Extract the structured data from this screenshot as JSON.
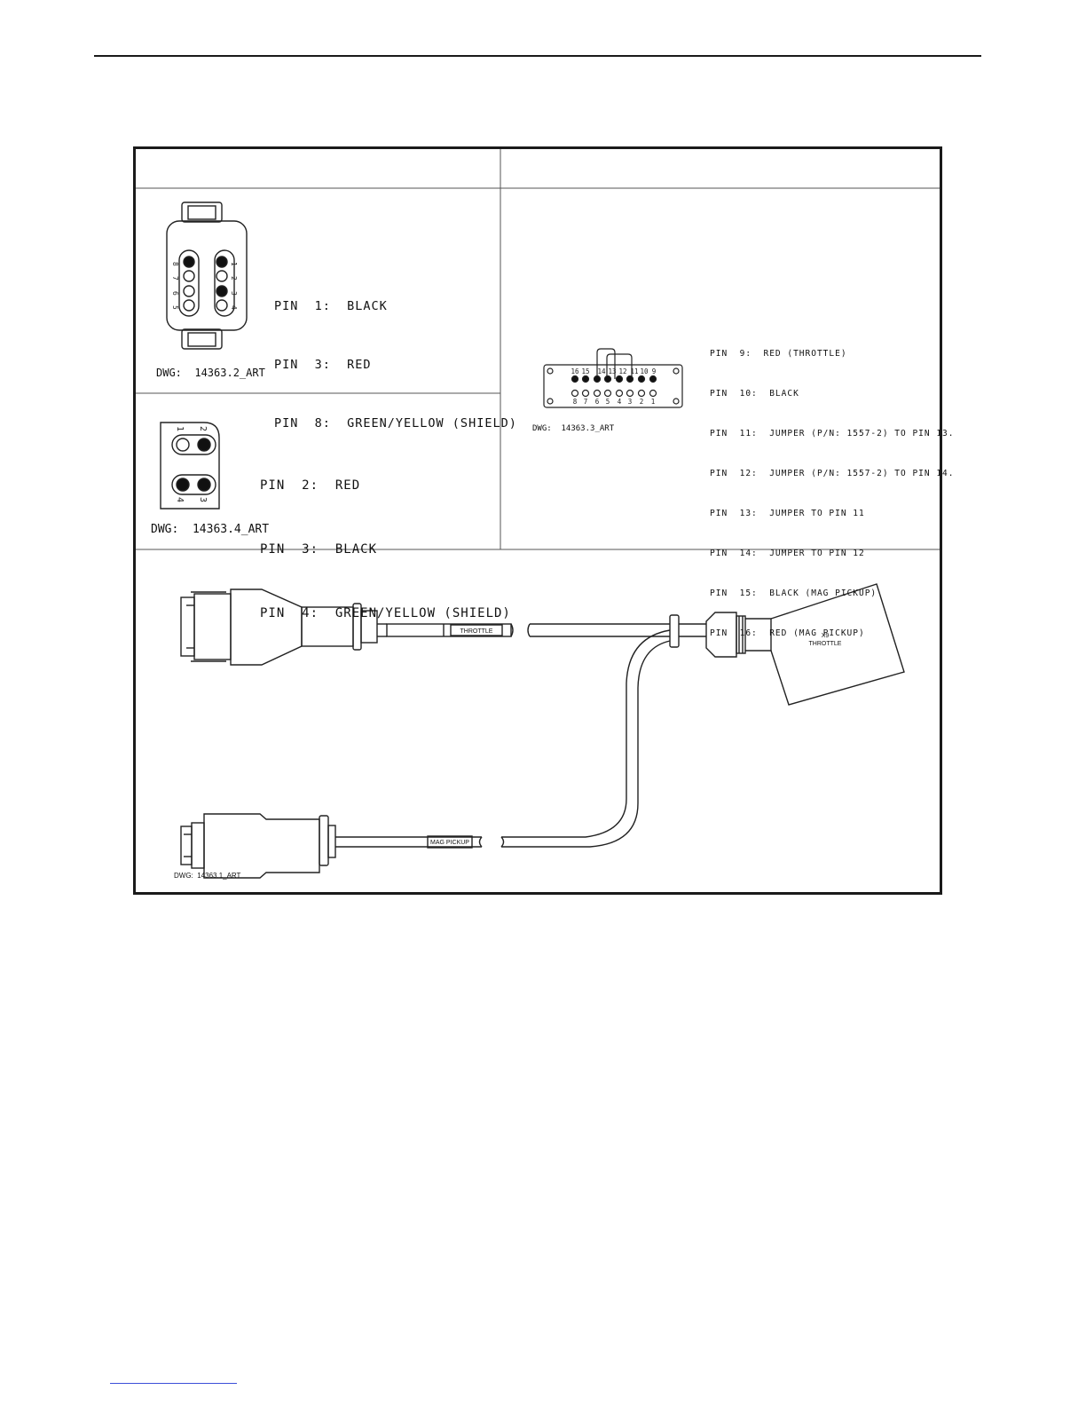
{
  "connector_a": {
    "pins": [
      "PIN  1:  BLACK",
      "PIN  3:  RED",
      "PIN  8:  GREEN/YELLOW (SHIELD)"
    ],
    "pin_numbers_left": [
      "8",
      "7",
      "6",
      "5"
    ],
    "pin_numbers_right": [
      "1",
      "2",
      "3",
      "4"
    ],
    "dwg": "DWG:  14363.2_ART"
  },
  "connector_b": {
    "pins": [
      "PIN  2:  RED",
      "PIN  3:  BLACK",
      "PIN  4:  GREEN/YELLOW (SHIELD)"
    ],
    "pin_numbers": [
      "1",
      "2",
      "4",
      "3"
    ],
    "dwg": "DWG:  14363.4_ART"
  },
  "connector_c": {
    "top_pin_numbers": [
      "16",
      "15",
      "14",
      "13",
      "12",
      "11",
      "10",
      "9"
    ],
    "bottom_pin_numbers": [
      "8",
      "7",
      "6",
      "5",
      "4",
      "3",
      "2",
      "1"
    ],
    "pins": [
      "PIN  9:  RED (THROTTLE)",
      "PIN  10:  BLACK",
      "PIN  11:  JUMPER (P/N: 1557-2) TO PIN 13.",
      "PIN  12:  JUMPER (P/N: 1557-2) TO PIN 14.",
      "PIN  13:  JUMPER TO PIN 11",
      "PIN  14:  JUMPER TO PIN 12",
      "PIN  15:  BLACK (MAG PICKUP)",
      "PIN  16:  RED (MAG PICKUP)"
    ],
    "dwg": "DWG:  14363.3_ART"
  },
  "cable_assembly": {
    "throttle_label": "THROTTLE",
    "mag_label": "MAG PICKUP",
    "box_label_1": "X9",
    "box_label_2": "THROTTLE",
    "dwg": "DWG:  14363.1_ART"
  }
}
